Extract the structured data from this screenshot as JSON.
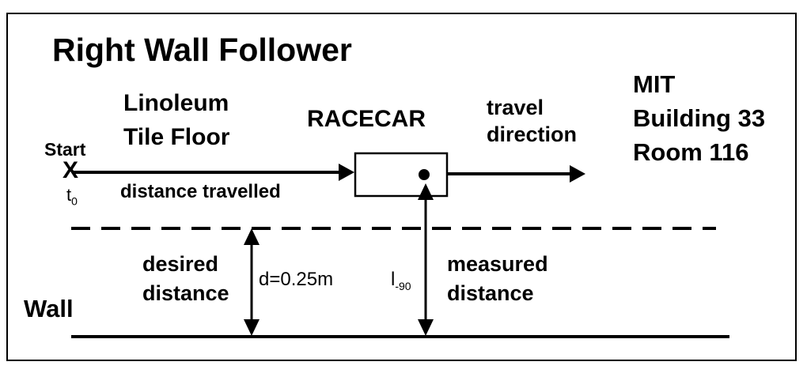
{
  "title": "Right Wall Follower",
  "floor": {
    "line1": "Linoleum",
    "line2": "Tile Floor"
  },
  "car_label": "RACECAR",
  "travel": {
    "line1": "travel",
    "line2": "direction"
  },
  "location": {
    "line1": "MIT",
    "line2": "Building 33",
    "line3": "Room 116"
  },
  "start": {
    "label": "Start",
    "marker": "X",
    "time": "t",
    "time_sub": "0"
  },
  "distance_travelled": "distance travelled",
  "desired": {
    "line1": "desired",
    "line2": "distance",
    "value": "d=0.25m"
  },
  "measured": {
    "symbol": "l",
    "symbol_sub": "-90",
    "line1": "measured",
    "line2": "distance"
  },
  "wall_label": "Wall"
}
